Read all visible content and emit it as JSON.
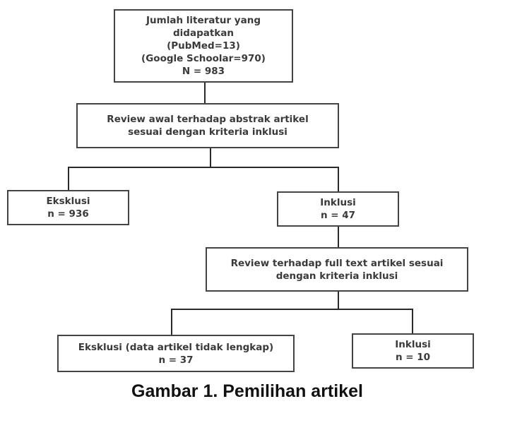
{
  "boxes": {
    "literature": {
      "lines": [
        "Jumlah literatur yang",
        "didapatkan",
        "(PubMed=13)",
        "(Google Schoolar=970)",
        "N = 983"
      ]
    },
    "abstract_review": {
      "lines": [
        "Review awal terhadap abstrak artikel",
        "sesuai dengan kriteria inklusi"
      ]
    },
    "exclusion_1": {
      "lines": [
        "Eksklusi",
        "n = 936"
      ]
    },
    "inclusion_1": {
      "lines": [
        "Inklusi",
        "n = 47"
      ]
    },
    "fulltext_review": {
      "lines": [
        "Review terhadap full text artikel sesuai",
        "dengan kriteria inklusi"
      ]
    },
    "exclusion_2": {
      "lines": [
        "Eksklusi (data artikel tidak lengkap)",
        "n = 37"
      ]
    },
    "inclusion_2": {
      "lines": [
        "Inklusi",
        "n = 10"
      ]
    }
  },
  "caption": "Gambar 1. Pemilihan artikel"
}
